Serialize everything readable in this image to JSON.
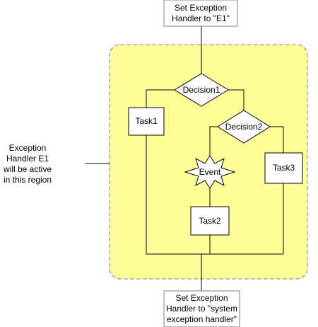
{
  "diagram": {
    "top_box": "Set Exception Handler to \"E1\"",
    "bottom_box": "Set Exception Handler to \"system exception handler\"",
    "side_note": "Exception Handler E1 will be active in this region",
    "decision1": "Decision1",
    "decision2": "Decision2",
    "task1": "Task1",
    "task2": "Task2",
    "task3": "Task3",
    "event": "Event"
  },
  "colors": {
    "region_fill": "#ffff99",
    "region_stroke": "#808080",
    "line": "#000000",
    "shape_fill": "#ffffff"
  }
}
